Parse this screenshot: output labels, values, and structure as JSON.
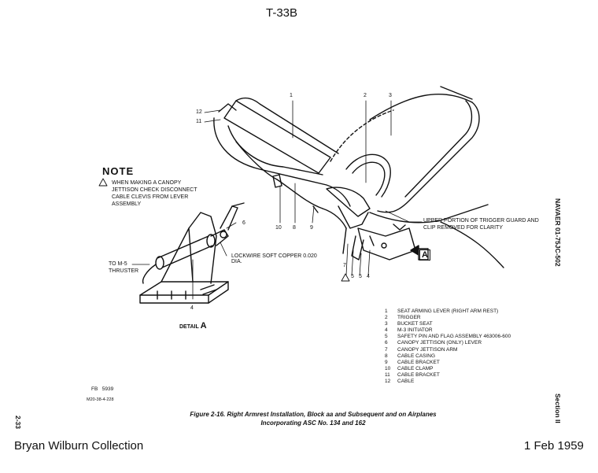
{
  "header": {
    "title": "T-33B"
  },
  "note": {
    "title": "NOTE",
    "text": "WHEN MAKING A CANOPY JETTISON CHECK DISCONNECT CABLE CLEVIS FROM LEVER ASSEMBLY"
  },
  "callouts": {
    "n1": "1",
    "n2": "2",
    "n3": "3",
    "n12": "12",
    "n11": "11",
    "n10": "10",
    "n8": "8",
    "n9": "9",
    "n6": "6",
    "n7": "7",
    "n5": "5",
    "n4": "4",
    "detail4": "4",
    "guard_text": "UPPER PORTION OF TRIGGER GUARD AND CLIP REMOVED FOR CLARITY",
    "lockwire": "LOCKWIRE SOFT COPPER 0.020 DIA.",
    "thruster": "TO M-5 THRUSTER",
    "detail_label": "DETAIL",
    "detail_letter": "A",
    "view_marker": "A"
  },
  "legend": [
    {
      "num": "1",
      "text": "SEAT ARMING LEVER (RIGHT ARM REST)"
    },
    {
      "num": "2",
      "text": "TRIGGER"
    },
    {
      "num": "3",
      "text": "BUCKET SEAT"
    },
    {
      "num": "4",
      "text": "M-3 INITIATOR"
    },
    {
      "num": "5",
      "text": "SAFETY PIN AND FLAG ASSEMBLY 463006-600"
    },
    {
      "num": "6",
      "text": "CANOPY JETTISON (ONLY) LEVER"
    },
    {
      "num": "7",
      "text": "CANOPY JETTISON ARM"
    },
    {
      "num": "8",
      "text": "CABLE CASING"
    },
    {
      "num": "9",
      "text": "CABLE BRACKET"
    },
    {
      "num": "10",
      "text": "CABLE CLAMP"
    },
    {
      "num": "11",
      "text": "CABLE BRACKET"
    },
    {
      "num": "12",
      "text": "CABLE"
    }
  ],
  "fb": {
    "label": "FB",
    "number": "5939",
    "code": "M20-38-4-228"
  },
  "caption": {
    "line1": "Figure 2-16. Right Armrest Installation, Block aa and Subsequent and on Airplanes",
    "line2": "Incorporating ASC No. 134 and 162"
  },
  "side": {
    "navaer": "NAVAER 01-75JC-502",
    "section": "Section II",
    "page": "2-33"
  },
  "footer": {
    "collection": "Bryan Wilburn Collection",
    "date": "1 Feb 1959"
  }
}
